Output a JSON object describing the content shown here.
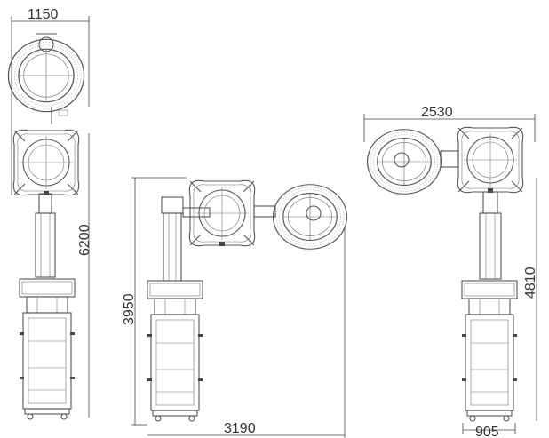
{
  "views": [
    {
      "id": "view-1",
      "dimensions": [
        {
          "label": "1150",
          "orientation": "horizontal"
        },
        {
          "label": "6200",
          "orientation": "vertical"
        }
      ]
    },
    {
      "id": "view-2",
      "dimensions": [
        {
          "label": "3950",
          "orientation": "vertical"
        },
        {
          "label": "3190",
          "orientation": "horizontal"
        }
      ]
    },
    {
      "id": "view-3",
      "dimensions": [
        {
          "label": "2530",
          "orientation": "horizontal"
        },
        {
          "label": "4810",
          "orientation": "vertical"
        },
        {
          "label": "905",
          "orientation": "horizontal"
        }
      ]
    }
  ],
  "colors": {
    "line": "#555555",
    "background": "#ffffff"
  }
}
